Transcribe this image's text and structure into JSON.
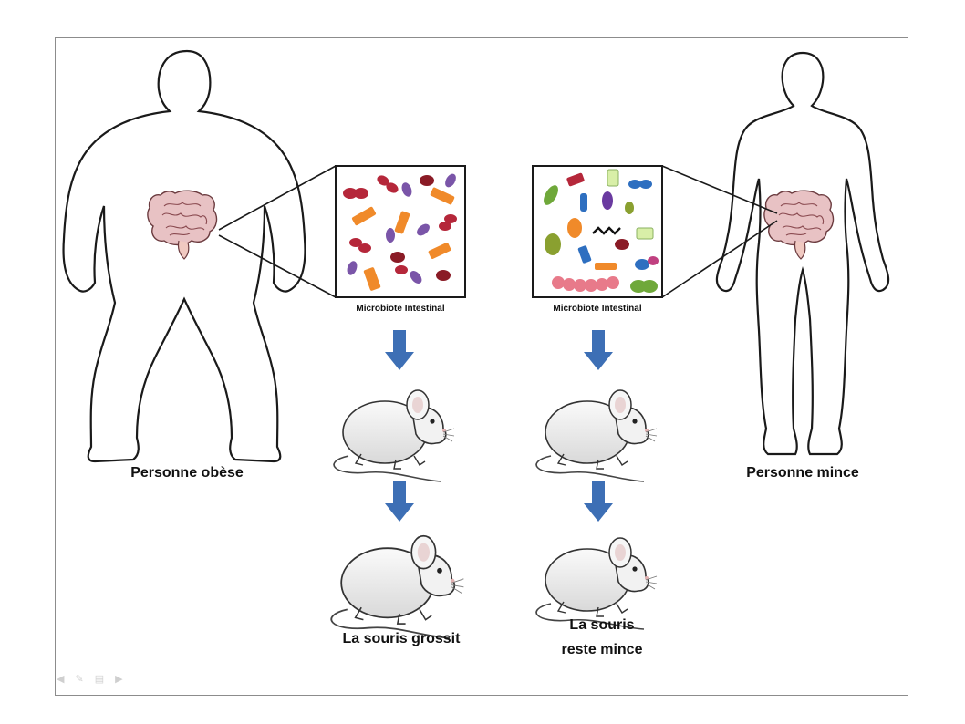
{
  "labels": {
    "left_person": "Personne obèse",
    "right_person": "Personne mince",
    "microbiota_left": "Microbiote Intestinal",
    "microbiota_right": "Microbiote Intestinal",
    "mouse_fat_result": "La souris grossit",
    "mouse_thin_result_line1": "La souris",
    "mouse_thin_result_line2": "reste mince"
  },
  "colors": {
    "outline": "#1a1a1a",
    "arrow": "#3d6fb5",
    "intestine": "#e8c2c4",
    "bacteria_red": "#b5273a",
    "bacteria_orange": "#f08a2a",
    "bacteria_purple": "#7a55a8",
    "bacteria_green": "#6fa83a",
    "bacteria_blue": "#2e6fc0",
    "mouse_fill": "#efefef"
  },
  "icons": {
    "slideshow_toolbar": [
      "prev-icon",
      "pen-icon",
      "menu-icon",
      "next-icon"
    ]
  }
}
